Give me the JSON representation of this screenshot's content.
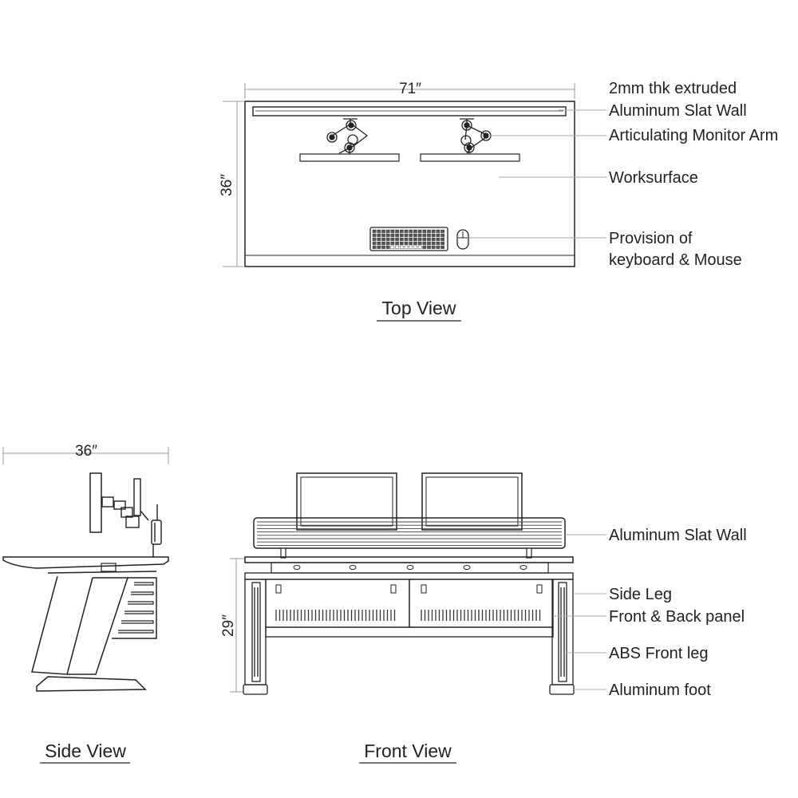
{
  "views": {
    "top": "Top View",
    "side": "Side View",
    "front": "Front View"
  },
  "dimensions": {
    "top_width": "71″",
    "top_depth": "36″",
    "side_depth": "36″",
    "front_height": "29″"
  },
  "labels": {
    "slat_wall_line1": "2mm thk extruded",
    "slat_wall_line2": "Aluminum Slat Wall",
    "monitor_arm": "Articulating Monitor Arm",
    "worksurface": "Worksurface",
    "keyboard_line1": "Provision of",
    "keyboard_line2": "keyboard & Mouse",
    "front_slat_wall": "Aluminum Slat Wall",
    "side_leg": "Side Leg",
    "panel": "Front & Back panel",
    "abs_leg": "ABS Front leg",
    "foot": "Aluminum foot"
  }
}
